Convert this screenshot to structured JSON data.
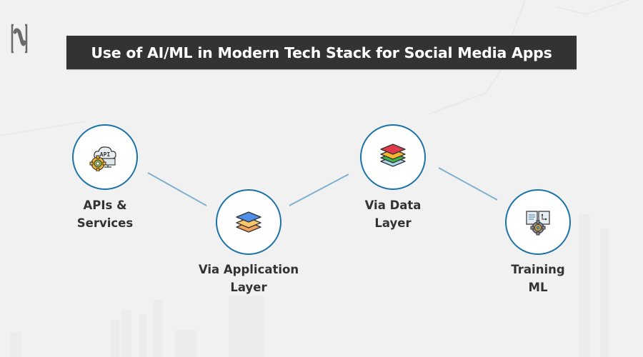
{
  "logo": {
    "icon": "brand-n-logo-icon"
  },
  "header": {
    "title": "Use of AI/ML in Modern Tech Stack for Social Media Apps"
  },
  "colors": {
    "background": "#f1f1f1",
    "title_bar": "#333333",
    "title_text": "#ffffff",
    "circle_border": "#1a72a6",
    "connector": "#7fb1cf",
    "label_text": "#333333"
  },
  "nodes": [
    {
      "id": "apis",
      "label_line1": "APIs &",
      "label_line2": "Services",
      "icon": "api-cloud-gear-icon"
    },
    {
      "id": "application",
      "label_line1": "Via Application",
      "label_line2": "Layer",
      "icon": "layers-stack-icon"
    },
    {
      "id": "data",
      "label_line1": "Via Data",
      "label_line2": "Layer",
      "icon": "colored-layers-stack-icon"
    },
    {
      "id": "training",
      "label_line1": "Training",
      "label_line2": "ML",
      "icon": "book-gear-icon"
    }
  ]
}
